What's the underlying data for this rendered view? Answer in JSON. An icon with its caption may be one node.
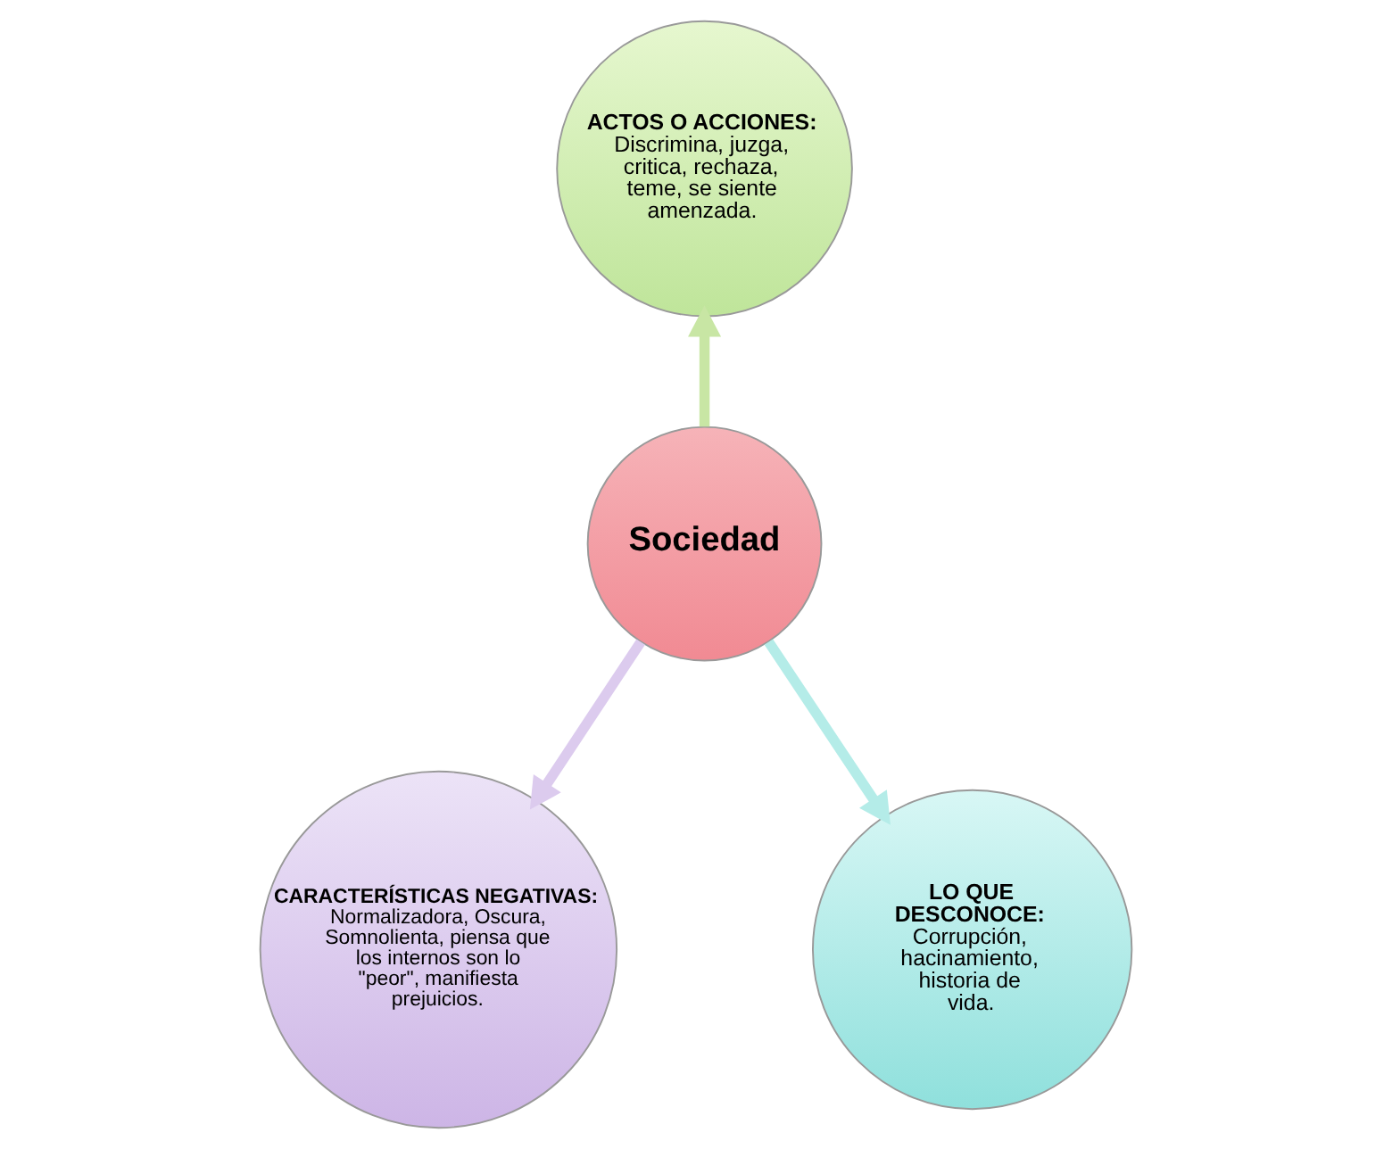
{
  "diagram": {
    "nodes": [
      {
        "text": [
          "Sociedad"
        ]
      },
      {
        "text": [
          "ACTOS O ACCIONES:",
          "Discrimina, juzga, critica, rechaza, teme, se siente amenzada."
        ]
      },
      {
        "text": [
          "CARACTERÍSTICAS NEGATIVAS:",
          "Normalizadora, Oscura, Somnolienta, piensa que los internos son lo \"peor\", manifiesta prejuicios."
        ]
      },
      {
        "text": [
          "LO QUE DESCONOCE:",
          "Corrupción, hacinamiento, historia de vida."
        ]
      }
    ],
    "edges": [
      {
        "from": 0,
        "to": 1,
        "arrow": "to",
        "color": "#c8e6a4"
      },
      {
        "from": 0,
        "to": 2,
        "arrow": "to",
        "color": "#dccbee"
      },
      {
        "from": 0,
        "to": 3,
        "arrow": "to",
        "color": "#b4ece8"
      }
    ]
  }
}
